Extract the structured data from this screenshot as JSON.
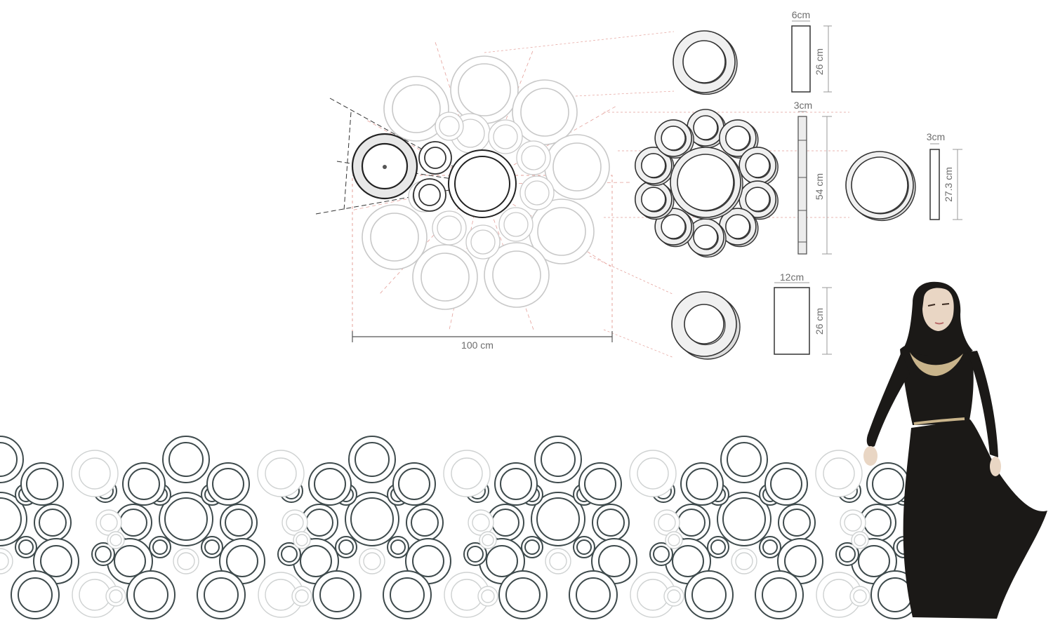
{
  "dimensions": {
    "overall_width": "100 cm",
    "large_ring_width": "6cm",
    "large_ring_height": "26 cm",
    "flower_thickness": "3cm",
    "flower_height": "54 cm",
    "small_ring_width": "3cm",
    "small_ring_height": "27.3 cm",
    "big_ring_width": "12cm",
    "big_ring_height": "26 cm"
  },
  "colors": {
    "stroke_dark": "#3e4a4c",
    "stroke_light": "#c8c8c8",
    "construction_red": "#e4a09a",
    "construction_dark": "#333333",
    "ring_fill": "#f0f0f0",
    "figure_black": "#1b1917",
    "gold": "#c9b48b",
    "skin": "#e9d6c4"
  }
}
